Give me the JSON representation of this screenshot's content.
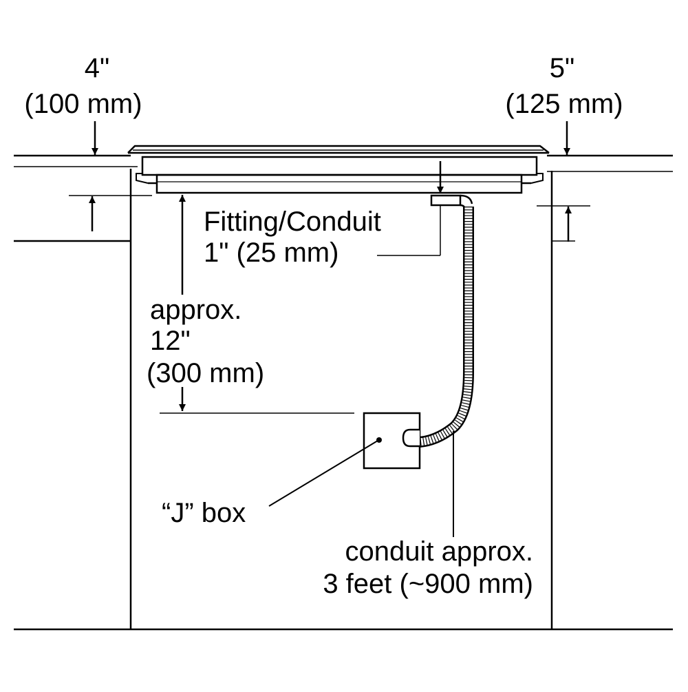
{
  "labels": {
    "left_clearance_in": "4\"",
    "left_clearance_mm": "(100 mm)",
    "right_clearance_in": "5\"",
    "right_clearance_mm": "(125 mm)",
    "fitting_line1": "Fitting/Conduit",
    "fitting_line2": "1\" (25 mm)",
    "approx_line1": "approx.",
    "approx_line2": "12\"",
    "approx_line3": "(300 mm)",
    "jbox": "“J” box",
    "conduit_line1": "conduit approx.",
    "conduit_line2": "3 feet (~900 mm)"
  },
  "colors": {
    "ink": "#000000",
    "paper": "#ffffff"
  }
}
